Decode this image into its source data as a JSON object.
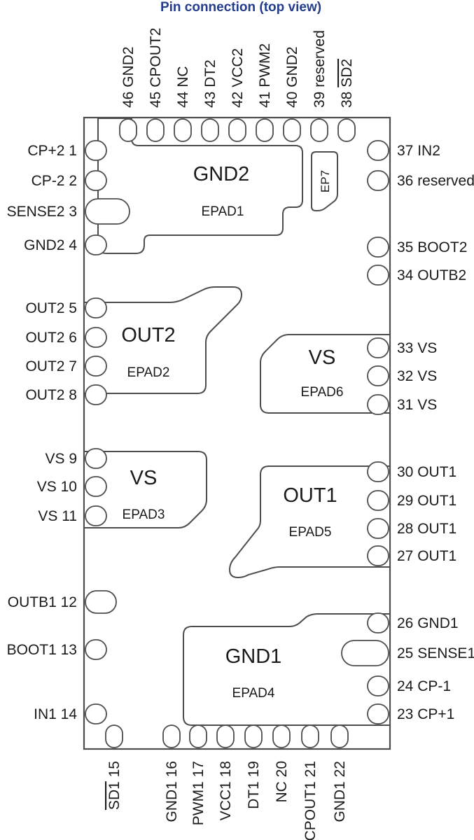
{
  "title": "Pin connection (top view)",
  "colors": {
    "title": "#233c8c",
    "outline": "#4d4d4d",
    "text": "#1a1a1a",
    "background": "#ffffff"
  },
  "package": {
    "pads": {
      "epad1": {
        "title": "GND2",
        "subtitle": "EPAD1"
      },
      "ep7": {
        "title": "EP7"
      },
      "epad2": {
        "title": "OUT2",
        "subtitle": "EPAD2"
      },
      "epad6": {
        "title": "VS",
        "subtitle": "EPAD6"
      },
      "epad3": {
        "title": "VS",
        "subtitle": "EPAD3"
      },
      "epad5": {
        "title": "OUT1",
        "subtitle": "EPAD5"
      },
      "epad4": {
        "title": "GND1",
        "subtitle": "EPAD4"
      }
    },
    "pins": {
      "top": [
        {
          "number": 46,
          "label": "GND2"
        },
        {
          "number": 45,
          "label": "CPOUT2"
        },
        {
          "number": 44,
          "label": "NC"
        },
        {
          "number": 43,
          "label": "DT2"
        },
        {
          "number": 42,
          "label": "VCC2"
        },
        {
          "number": 41,
          "label": "PWM2"
        },
        {
          "number": 40,
          "label": "GND2"
        },
        {
          "number": 39,
          "label": "reserved"
        },
        {
          "number": 38,
          "label": "SD2",
          "overline": true
        }
      ],
      "left": [
        {
          "number": 1,
          "label": "CP+2"
        },
        {
          "number": 2,
          "label": "CP-2"
        },
        {
          "number": 3,
          "label": "SENSE2"
        },
        {
          "number": 4,
          "label": "GND2"
        },
        {
          "number": 5,
          "label": "OUT2"
        },
        {
          "number": 6,
          "label": "OUT2"
        },
        {
          "number": 7,
          "label": "OUT2"
        },
        {
          "number": 8,
          "label": "OUT2"
        },
        {
          "number": 9,
          "label": "VS"
        },
        {
          "number": 10,
          "label": "VS"
        },
        {
          "number": 11,
          "label": "VS"
        },
        {
          "number": 12,
          "label": "OUTB1"
        },
        {
          "number": 13,
          "label": "BOOT1"
        },
        {
          "number": 14,
          "label": "IN1"
        }
      ],
      "right": [
        {
          "number": 37,
          "label": "IN2"
        },
        {
          "number": 36,
          "label": "reserved"
        },
        {
          "number": 35,
          "label": "BOOT2"
        },
        {
          "number": 34,
          "label": "OUTB2"
        },
        {
          "number": 33,
          "label": "VS"
        },
        {
          "number": 32,
          "label": "VS"
        },
        {
          "number": 31,
          "label": "VS"
        },
        {
          "number": 30,
          "label": "OUT1"
        },
        {
          "number": 29,
          "label": "OUT1"
        },
        {
          "number": 28,
          "label": "OUT1"
        },
        {
          "number": 27,
          "label": "OUT1"
        },
        {
          "number": 26,
          "label": "GND1"
        },
        {
          "number": 25,
          "label": "SENSE1"
        },
        {
          "number": 24,
          "label": "CP-1"
        },
        {
          "number": 23,
          "label": "CP+1"
        }
      ],
      "bottom": [
        {
          "number": 15,
          "label": "SD1",
          "overline": true
        },
        {
          "number": 16,
          "label": "GND1"
        },
        {
          "number": 17,
          "label": "PWM1"
        },
        {
          "number": 18,
          "label": "VCC1"
        },
        {
          "number": 19,
          "label": "DT1"
        },
        {
          "number": 20,
          "label": "NC"
        },
        {
          "number": 21,
          "label": "CPOUT1"
        },
        {
          "number": 22,
          "label": "GND1"
        }
      ]
    }
  }
}
